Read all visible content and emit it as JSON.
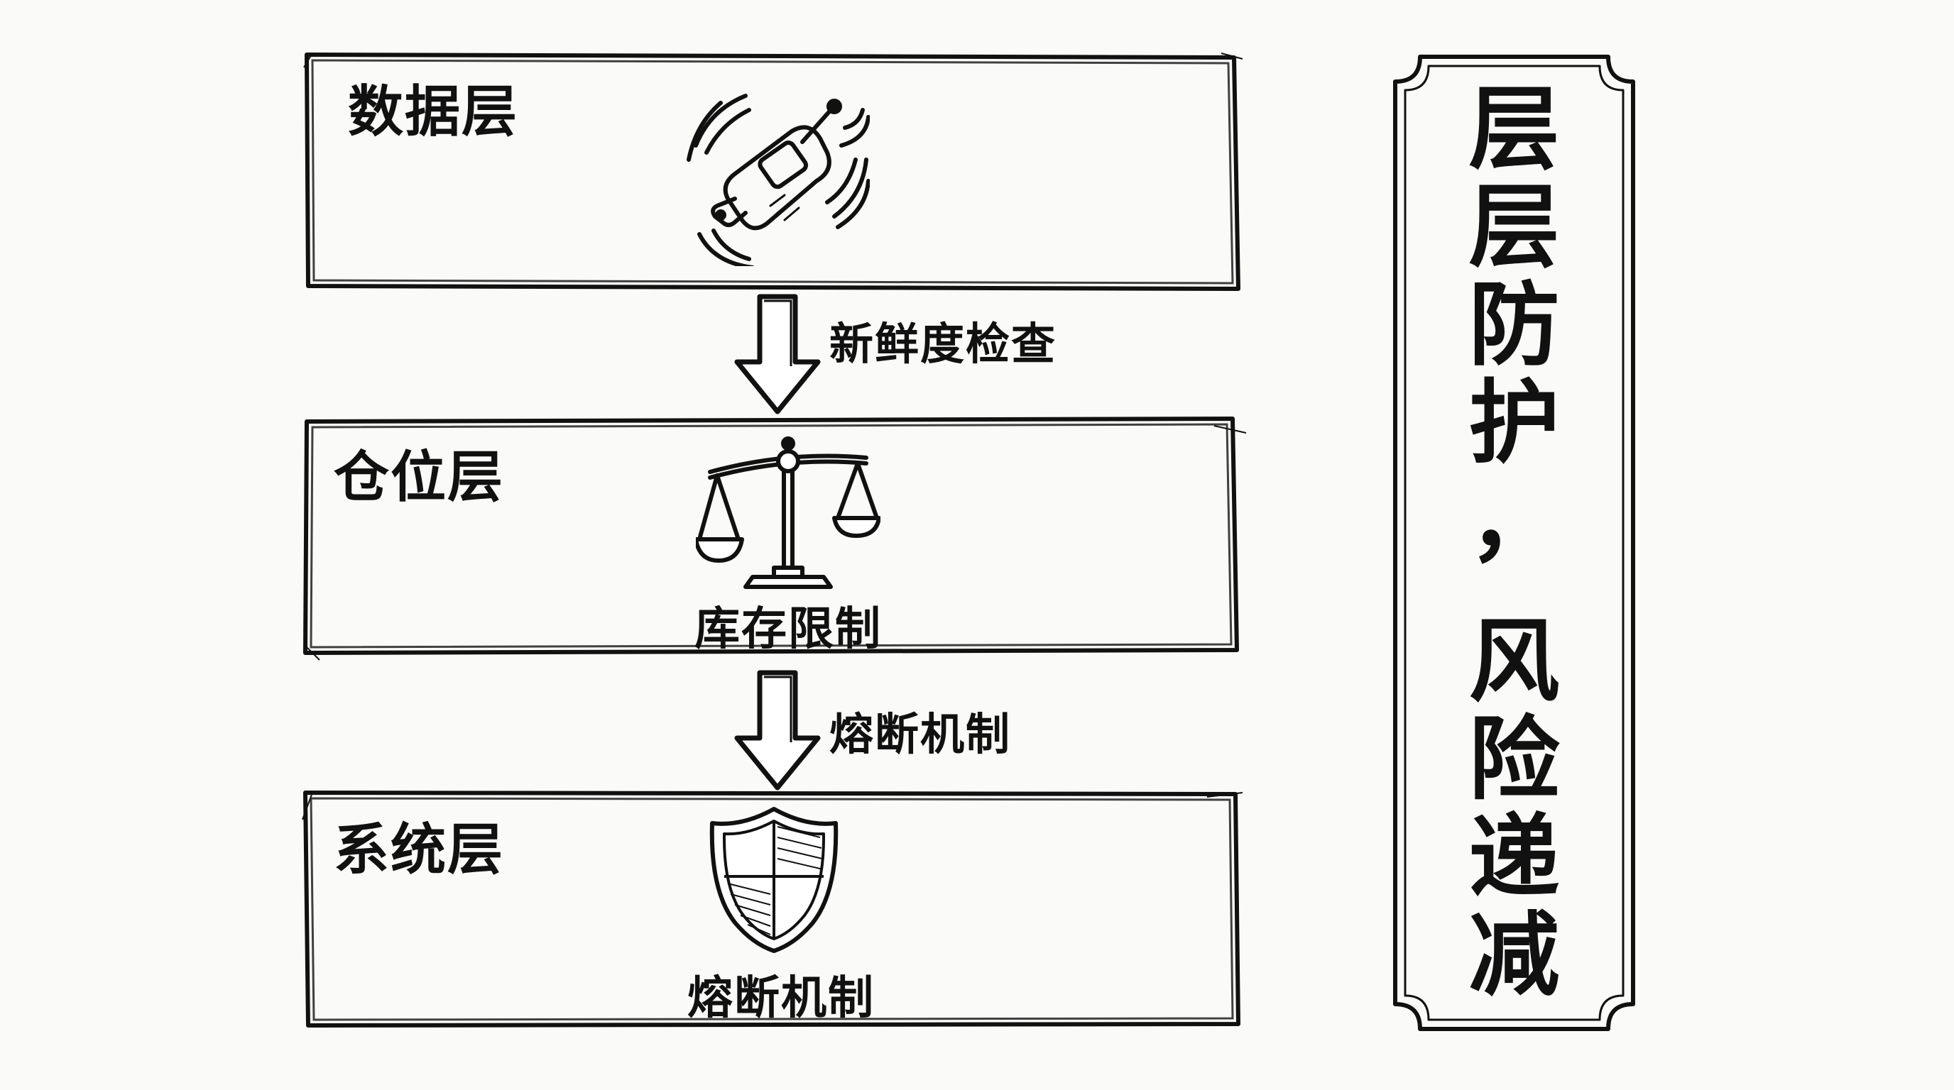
{
  "layers": [
    {
      "title": "数据层",
      "caption": "",
      "icon": "sensor-device-icon"
    },
    {
      "title": "仓位层",
      "caption": "库存限制",
      "icon": "balance-scale-icon"
    },
    {
      "title": "系统层",
      "caption": "熔断机制",
      "icon": "shield-icon"
    }
  ],
  "arrows": [
    {
      "label": "新鲜度检查",
      "icon": "arrow-down-icon"
    },
    {
      "label": "熔断机制",
      "icon": "arrow-down-icon"
    }
  ],
  "banner": {
    "line1": [
      "层",
      "层",
      "防",
      "护",
      "，"
    ],
    "line2": [
      "风",
      "险",
      "递",
      "减"
    ]
  },
  "colors": {
    "ink": "#111111",
    "paper": "#fafaf8"
  }
}
